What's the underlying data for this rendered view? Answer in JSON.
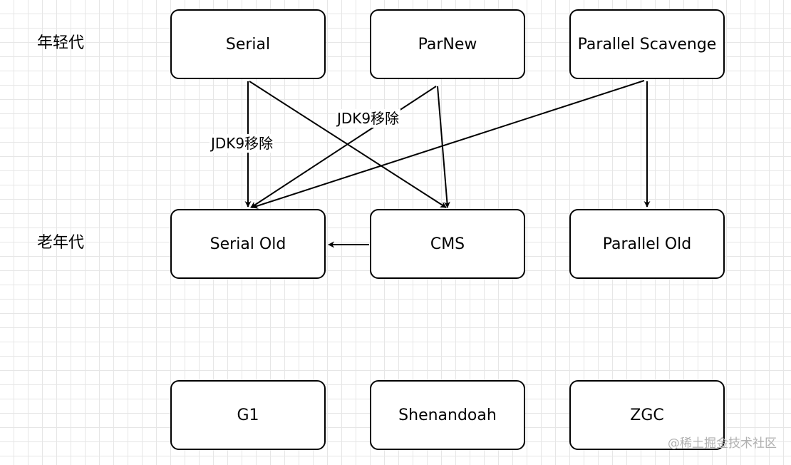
{
  "rows": {
    "young": "年轻代",
    "old": "老年代"
  },
  "nodes": {
    "serial": "Serial",
    "parnew": "ParNew",
    "parallel_scavenge": "Parallel Scavenge",
    "serial_old": "Serial Old",
    "cms": "CMS",
    "parallel_old": "Parallel Old",
    "g1": "G1",
    "shenandoah": "Shenandoah",
    "zgc": "ZGC"
  },
  "edge_labels": {
    "serial_serial_old": "JDK9移除",
    "parnew_serial_old": "JDK9移除"
  },
  "watermark": "@稀土掘金技术社区"
}
